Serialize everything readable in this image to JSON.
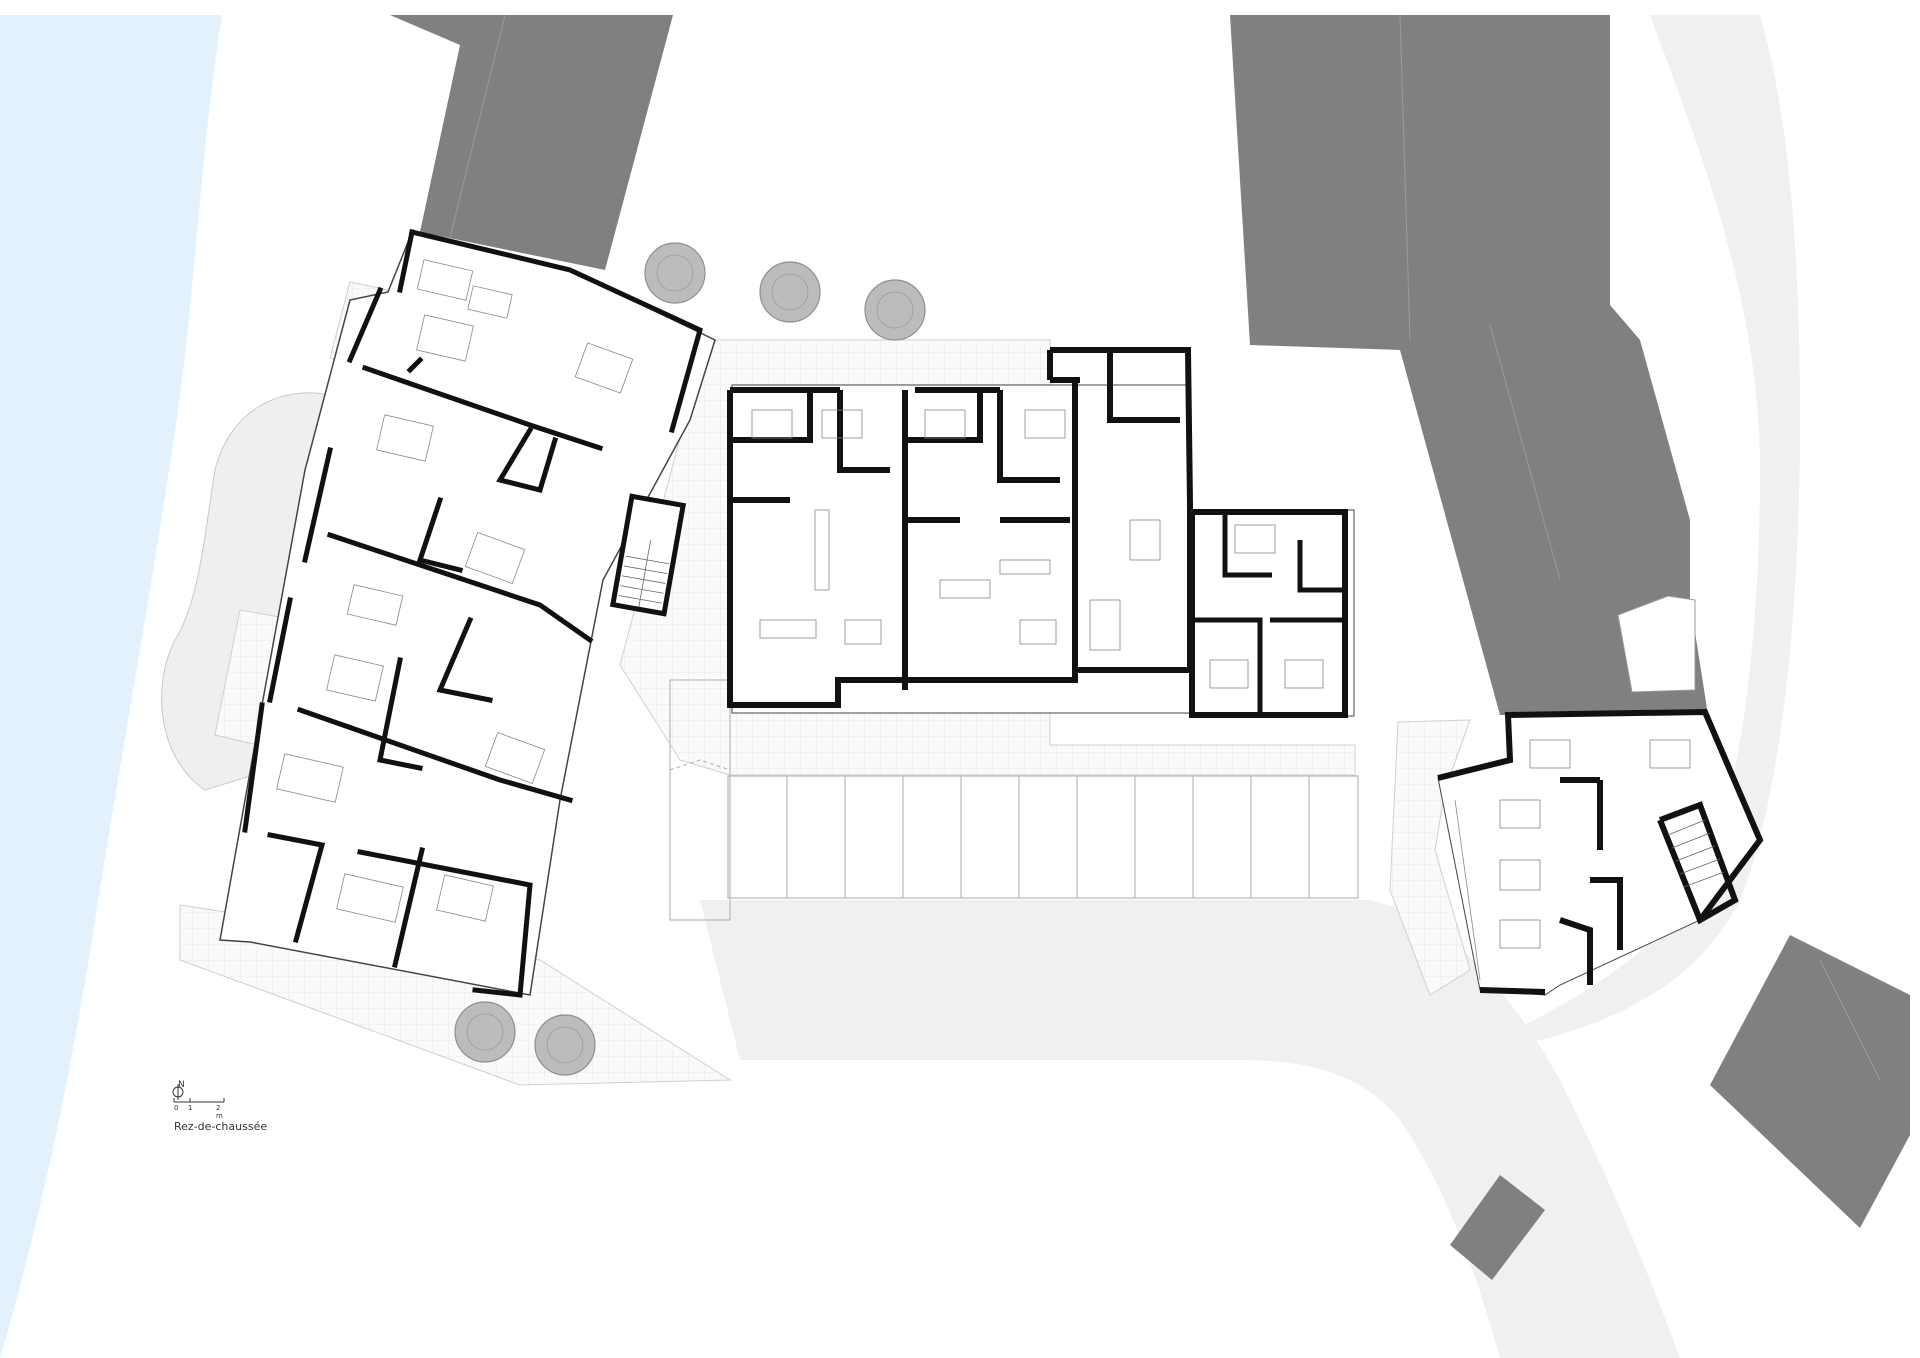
{
  "drawing": {
    "title": "Rez-de-chaussée",
    "north_label": "N",
    "scale_labels": [
      "0",
      "1",
      "2 m"
    ]
  },
  "colors": {
    "water": "#e2f1fb",
    "ground": "#f2f2f2",
    "neighbour_building": "#808080",
    "paving": "#fafafa",
    "wall": "#111111",
    "thin_line": "#9a9a9a",
    "tree": "#b5b5b5"
  }
}
